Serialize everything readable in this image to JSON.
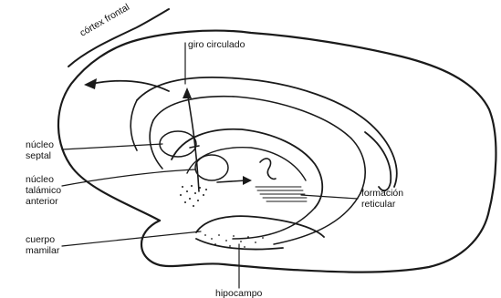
{
  "diagram": {
    "labels": {
      "cortex_frontal": "córtex frontal",
      "giro_circulado": "giro circulado",
      "nucleo_septal_line1": "núcleo",
      "nucleo_septal_line2": "septal",
      "nucleo_talamico_line1": "núcleo",
      "nucleo_talamico_line2": "talámico",
      "nucleo_talamico_line3": "anterior",
      "formacion_reticular_line1": "formación",
      "formacion_reticular_line2": "reticular",
      "cuerpo_mamilar_line1": "cuerpo",
      "cuerpo_mamilar_line2": "mamilar",
      "hipocampo": "hipocampo"
    },
    "colors": {
      "ink": "#1a1a1a",
      "background": "#ffffff"
    }
  }
}
